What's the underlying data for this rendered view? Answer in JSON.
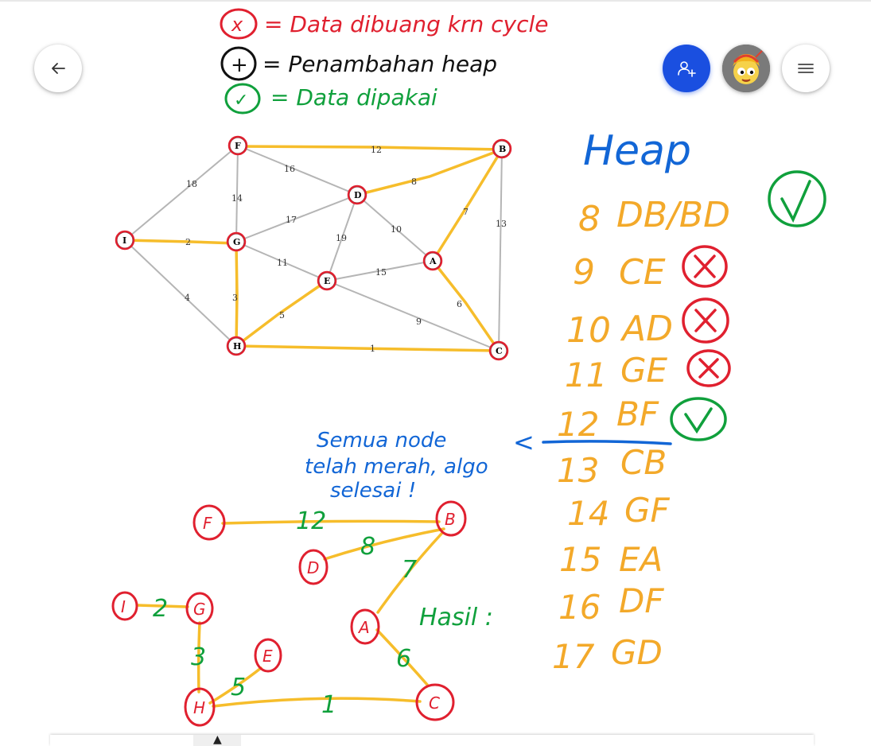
{
  "toolbar": {
    "back_icon": "arrow-left-icon",
    "share_icon": "add-person-icon",
    "menu_icon": "hamburger-menu-icon",
    "share_color": "#1a4fe0"
  },
  "legend": {
    "items": [
      {
        "symbol": "x",
        "text": "= Data dibuang krn cycle",
        "color": "#e0202f"
      },
      {
        "symbol": "+",
        "text": "= Penambahan heap",
        "color": "#111111"
      },
      {
        "symbol": "✓",
        "text": "= Data dipakai",
        "color": "#10a03c"
      }
    ]
  },
  "graph": {
    "nodes": [
      "F",
      "B",
      "D",
      "I",
      "G",
      "A",
      "E",
      "H",
      "C"
    ],
    "weights": [
      "12",
      "18",
      "16",
      "14",
      "8",
      "17",
      "19",
      "10",
      "7",
      "13",
      "2",
      "11",
      "15",
      "3",
      "5",
      "4",
      "6",
      "9",
      "1"
    ]
  },
  "heap": {
    "title": "Heap",
    "rows": [
      {
        "weight": "8",
        "edge": "DB/BD",
        "mark": "check"
      },
      {
        "weight": "9",
        "edge": "CE",
        "mark": "x"
      },
      {
        "weight": "10",
        "edge": "AD",
        "mark": "x"
      },
      {
        "weight": "11",
        "edge": "GE",
        "mark": "x"
      },
      {
        "weight": "12",
        "edge": "BF",
        "mark": "check"
      },
      {
        "weight": "13",
        "edge": "CB",
        "mark": ""
      },
      {
        "weight": "14",
        "edge": "GF",
        "mark": ""
      },
      {
        "weight": "15",
        "edge": "EA",
        "mark": ""
      },
      {
        "weight": "16",
        "edge": "DF",
        "mark": ""
      },
      {
        "weight": "17",
        "edge": "GD",
        "mark": ""
      }
    ]
  },
  "note": {
    "lines": [
      "Semua node",
      "telah merah, algo",
      "selesai !"
    ],
    "arrow": "<"
  },
  "result": {
    "label": "Hasil :",
    "nodes": [
      "F",
      "B",
      "D",
      "I",
      "G",
      "A",
      "E",
      "H",
      "C"
    ],
    "weights": [
      "12",
      "8",
      "7",
      "2",
      "3",
      "6",
      "5",
      "1"
    ]
  },
  "colors": {
    "red": "#e0202f",
    "yellow": "#f6bd2b",
    "green": "#10a03c",
    "blue": "#1266d6",
    "orange": "#f3a92a"
  }
}
